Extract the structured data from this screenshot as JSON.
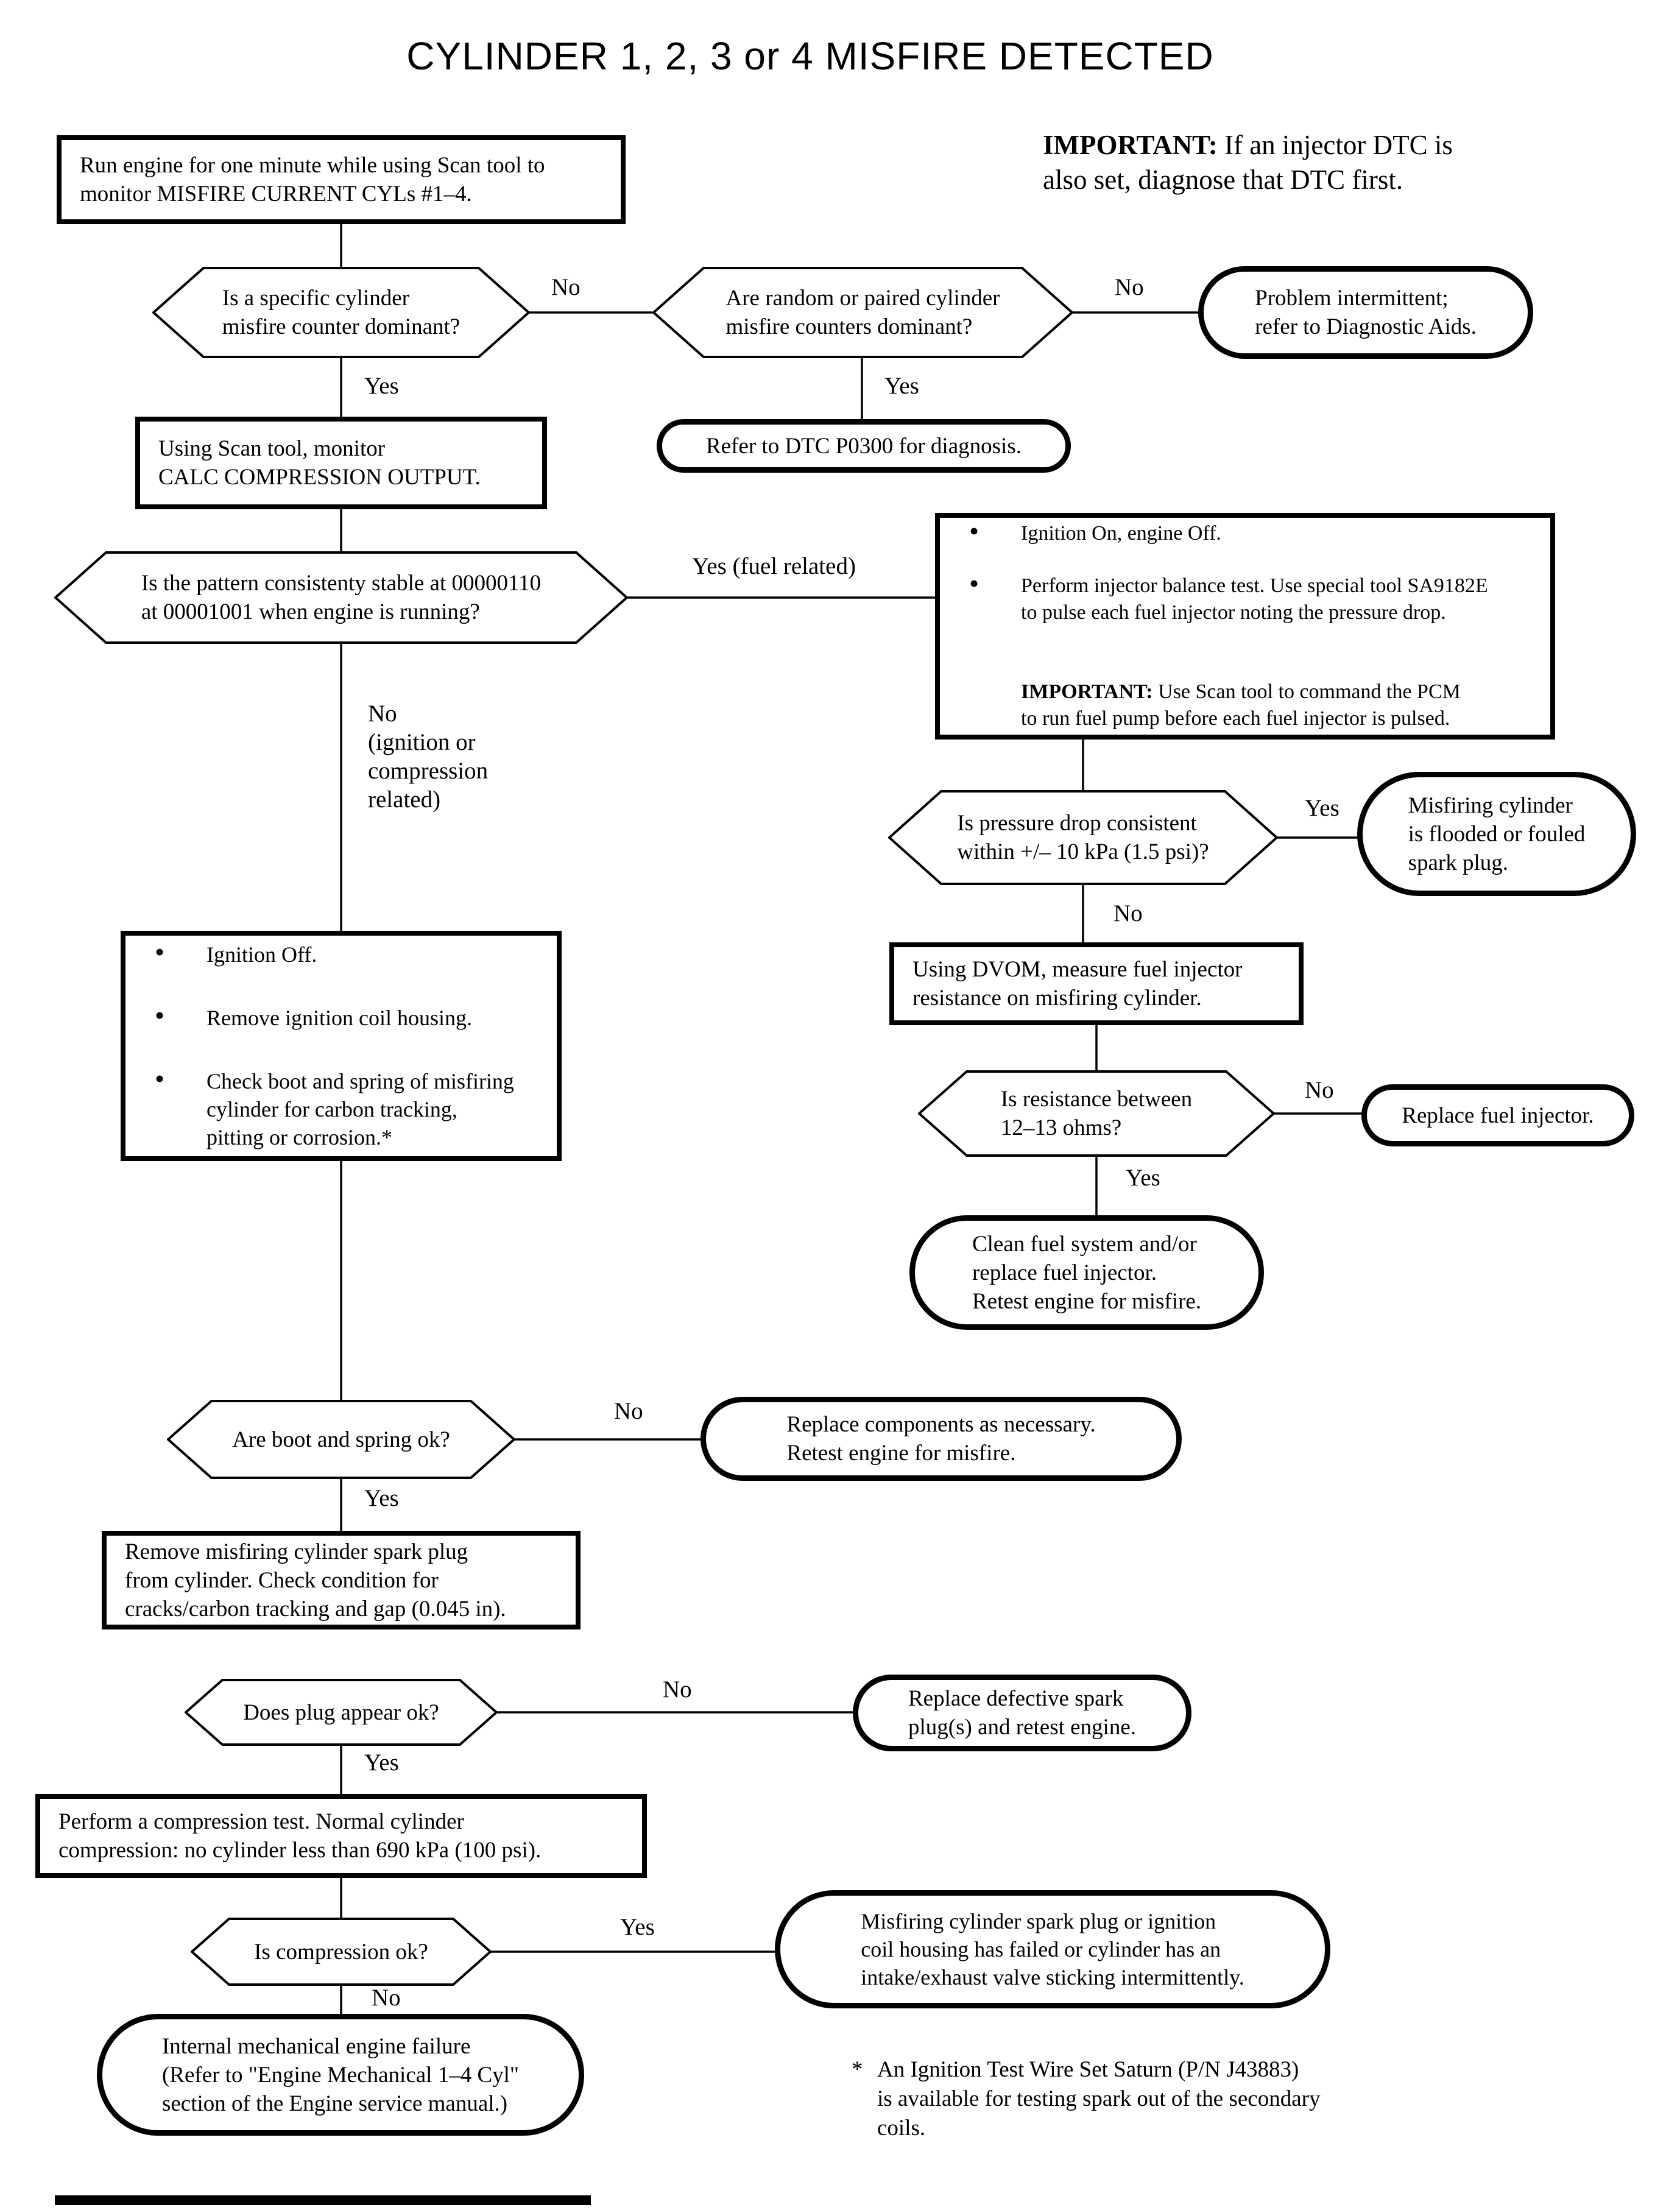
{
  "title": "CYLINDER 1, 2, 3 or 4 MISFIRE DETECTED",
  "note": {
    "label": "IMPORTANT:",
    "text": " If an injector DTC is\nalso set, diagnose that DTC first."
  },
  "nodes": {
    "run_engine": {
      "text": "Run engine for one minute while using Scan tool to\nmonitor MISFIRE CURRENT CYLs #1–4."
    },
    "hex_specific": {
      "text": "Is a specific cylinder\nmisfire counter dominant?"
    },
    "hex_random": {
      "text": "Are random or paired cylinder\nmisfire counters dominant?"
    },
    "term_intermittent": {
      "text": "Problem intermittent;\nrefer to Diagnostic Aids."
    },
    "box_calc": {
      "text": "Using Scan tool, monitor\nCALC COMPRESSION OUTPUT."
    },
    "term_p0300": {
      "text": "Refer to DTC P0300 for diagnosis."
    },
    "hex_pattern": {
      "text": "Is the pattern consistenty stable at 00000110\nat 00001001 when engine is running?"
    },
    "box_injector": {
      "bullet1": "Ignition On, engine Off.",
      "bullet2": "Perform injector balance test. Use special tool SA9182E\nto pulse each fuel injector noting the pressure drop.",
      "important_label": "IMPORTANT:",
      "important_text": " Use Scan tool to command the PCM\nto run fuel pump before each fuel injector is pulsed."
    },
    "hex_pressure": {
      "text": "Is pressure drop consistent\nwithin +/– 10 kPa (1.5 psi)?"
    },
    "term_flooded": {
      "text": "Misfiring cylinder\nis flooded or fouled\nspark plug."
    },
    "box_dvom": {
      "text": "Using DVOM, measure fuel injector\nresistance on misfiring cylinder."
    },
    "hex_resistance": {
      "text": "Is resistance between\n12–13 ohms?"
    },
    "term_replace_injector": {
      "text": "Replace fuel injector."
    },
    "term_clean_fuel": {
      "text": "Clean fuel system and/or\nreplace fuel injector.\nRetest engine for misfire."
    },
    "box_ignition_off": {
      "bullet1": "Ignition Off.",
      "bullet2": "Remove ignition coil housing.",
      "bullet3": "Check boot and spring of misfiring\ncylinder for carbon tracking,\npitting or corrosion.*"
    },
    "hex_boot": {
      "text": "Are boot and spring ok?"
    },
    "term_replace_components": {
      "text": "Replace components as necessary.\nRetest engine for misfire."
    },
    "box_remove_plug": {
      "text": "Remove misfiring cylinder spark plug\nfrom cylinder. Check condition for\ncracks/carbon tracking and gap (0.045 in)."
    },
    "hex_plug_ok": {
      "text": "Does plug appear ok?"
    },
    "term_replace_plug": {
      "text": "Replace defective spark\nplug(s) and retest engine."
    },
    "box_compression": {
      "text": "Perform a compression test. Normal cylinder\ncompression: no cylinder less than 690 kPa (100 psi)."
    },
    "hex_compression_ok": {
      "text": "Is compression ok?"
    },
    "term_valve": {
      "text": "Misfiring cylinder spark plug or ignition\ncoil housing has failed or cylinder has an\nintake/exhaust valve sticking intermittently."
    },
    "term_internal": {
      "text": "Internal mechanical engine failure\n(Refer to \"Engine Mechanical 1–4 Cyl\"\nsection of the Engine service manual.)"
    }
  },
  "labels": {
    "no1": "No",
    "no2": "No",
    "yes1": "Yes",
    "yes2": "Yes",
    "yes_fuel": "Yes (fuel related)",
    "no_ign": "No\n(ignition or\ncompression\nrelated)",
    "yes3": "Yes",
    "no3": "No",
    "no4": "No",
    "yes4": "Yes",
    "no5": "No",
    "yes5": "Yes",
    "no6": "No",
    "yes6": "Yes",
    "yes7": "Yes",
    "no7": "No"
  },
  "footnote": {
    "marker": "*",
    "text": "An Ignition Test Wire Set Saturn (P/N J43883)\nis available for testing spark out of the secondary\ncoils."
  }
}
